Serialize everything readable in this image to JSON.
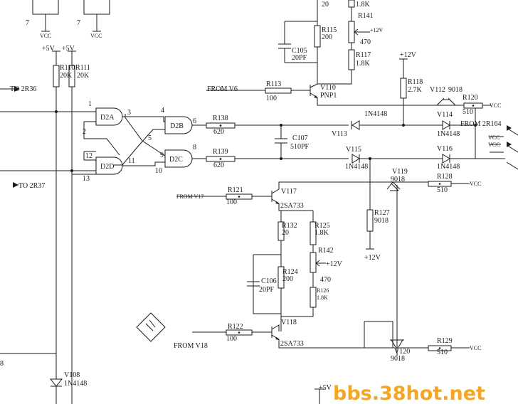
{
  "labels": {
    "to_2r36": "TO 2R36",
    "to_2r37": "TO 2R37",
    "from_v6": "FROM V6",
    "from_v17": "FROM V17",
    "from_v18": "FROM V18",
    "from_2r164": "FROM 2R164",
    "p5v_a": "+5V",
    "p5v_b": "+5V",
    "p5v_c": "+5V",
    "p12v_a": "+12V",
    "p12v_b": "+12V",
    "p12v_c": "+12V",
    "p12v_d": "+12V",
    "vcc_a": "VCC",
    "vcc_b": "VCC",
    "vcc_c": "VCC",
    "vcc_d": "VCC",
    "vcc_e": "VCC",
    "vcc_f": "VCC",
    "pin7_a": "7",
    "pin7_b": "7",
    "pin_8": "8"
  },
  "gates": {
    "d2a": "D2A",
    "d2b": "D2B",
    "d2c": "D2C",
    "d2d": "D2D",
    "p1": "1",
    "p2": "2",
    "p3": "3",
    "p4": "4",
    "p5": "5",
    "p6": "6",
    "p8": "8",
    "p9": "9",
    "p10": "10",
    "p11": "11",
    "p12": "12",
    "p13": "13"
  },
  "components": {
    "r110": "R110",
    "r110_v": "20K",
    "r111": "R111",
    "r111_v": "20K",
    "r113": "R113",
    "r113_v": "100",
    "r115": "R115",
    "r115_v": "200",
    "r115_top_v": "20",
    "r141": "R141",
    "r141_v": "470",
    "r141_top_v": "1.8K",
    "r117": "R117",
    "r117_v": "1.8K",
    "c105": "C105",
    "c105_v": "20PF",
    "v110": "V110",
    "v110_t": "PNP1",
    "r118": "R118",
    "r118_v": "2.7K",
    "v112": "V112",
    "v112_t": "9018",
    "r120": "R120",
    "r120_v": "510",
    "r138": "R138",
    "r138_v": "620",
    "r139": "R139",
    "r139_v": "620",
    "c107": "C107",
    "c107_v": "510PF",
    "v113": "V113",
    "v113_t": "1N4148",
    "v114": "V114",
    "v114_t": "1N4148",
    "v115": "V115",
    "v115_t": "1N4148",
    "v116": "V116",
    "v116_t": "1N4148",
    "v117": "V117",
    "v117_t": "2SA733",
    "v118": "V118",
    "v118_t": "2SA733",
    "v119": "V119",
    "v119_t": "9018",
    "v120": "V120",
    "v120_t": "9018",
    "r121": "R121",
    "r121_v": "100",
    "r122": "R122",
    "r122_v": "100",
    "r124": "R124",
    "r124_v": "200",
    "r125": "R125",
    "r125_v": "1.8K",
    "r126": "R126",
    "r126_v": "1.8K",
    "r127": "R127",
    "r127_v": "9018",
    "r128": "R128",
    "r128_v": "510",
    "r129": "R129",
    "r129_v": "510",
    "r132": "R132",
    "r132_v": "20",
    "r142": "R142",
    "r142_v": "470",
    "c106": "C106",
    "c106_v": "20PF",
    "v108": "V108",
    "v108_t": "1N4148"
  },
  "watermark": "bbs.38hot.net",
  "colors": {
    "ink": "#1a1a1a",
    "watermark": "#f5a623",
    "paper": "#ffffff"
  }
}
